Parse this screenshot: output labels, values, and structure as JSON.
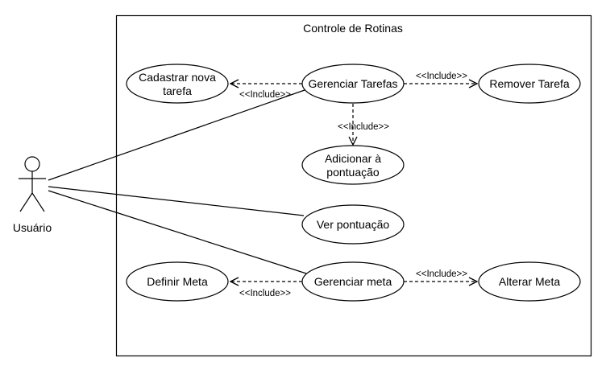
{
  "system": {
    "title": "Controle de Rotinas"
  },
  "actor": {
    "name": "Usuário"
  },
  "use_cases": {
    "cadastrar": {
      "line1": "Cadastrar nova",
      "line2": "tarefa"
    },
    "gerenciar_tarefas": {
      "label": "Gerenciar Tarefas"
    },
    "remover_tarefa": {
      "label": "Remover Tarefa"
    },
    "adicionar_pontuacao": {
      "line1": "Adicionar à",
      "line2": "pontuação"
    },
    "ver_pontuacao": {
      "label": "Ver pontuação"
    },
    "definir_meta": {
      "label": "Definir Meta"
    },
    "gerenciar_meta": {
      "label": "Gerenciar meta"
    },
    "alterar_meta": {
      "label": "Alterar Meta"
    }
  },
  "relations": {
    "include_cadastrar": "<<Include>>",
    "include_remover": "<<Include>>",
    "include_adicionar": "<<Include>>",
    "include_definir": "<<Include>>",
    "include_alterar": "<<Include>>"
  }
}
